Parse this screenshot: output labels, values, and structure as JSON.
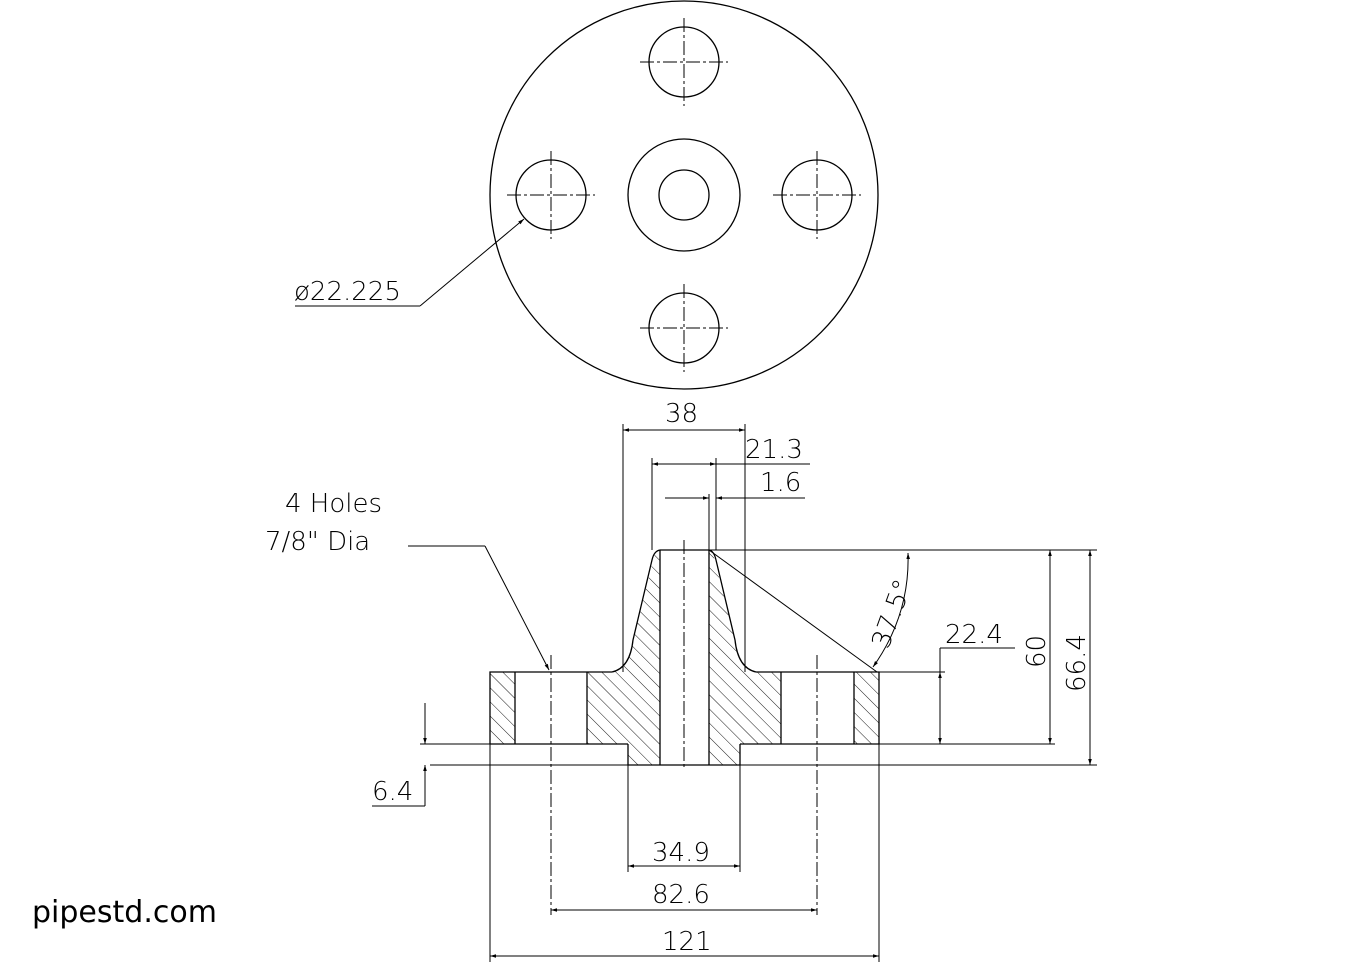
{
  "drawing": {
    "hole_diameter_label": "ø22.225",
    "dim_hub_top": "38",
    "dim_bore": "21.3",
    "dim_chamfer": "1.6",
    "note_holes_line1": "4 Holes",
    "note_holes_line2": "7/8\" Dia",
    "dim_angle": "37.5°",
    "dim_flange_thickness": "22.4",
    "dim_hub_height": "60",
    "dim_overall_height": "66.4",
    "dim_raised_face": "6.4",
    "dim_raised_face_dia": "34.9",
    "dim_bolt_circle": "82.6",
    "dim_outside_dia": "121"
  },
  "brand": {
    "site": "pipestd.com"
  }
}
